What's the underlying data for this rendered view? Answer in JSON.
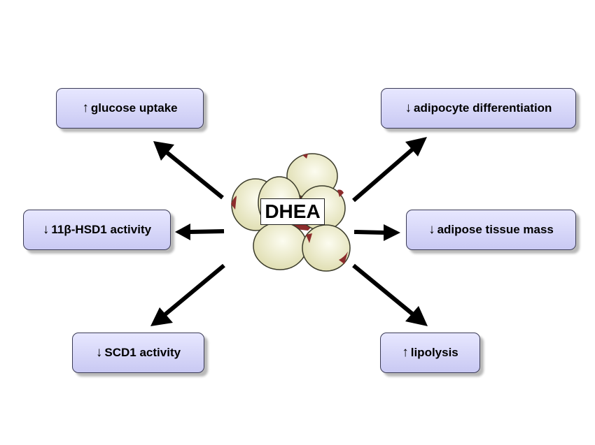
{
  "center": {
    "label": "DHEA"
  },
  "effects": [
    {
      "id": "glucose-uptake",
      "direction": "↑",
      "text": "glucose uptake"
    },
    {
      "id": "hsd1-activity",
      "direction": "↓",
      "text": "11β-HSD1 activity"
    },
    {
      "id": "scd1-activity",
      "direction": "↓",
      "text": "SCD1 activity"
    },
    {
      "id": "adipocyte-differentiation",
      "direction": "↓",
      "text": "adipocyte differentiation"
    },
    {
      "id": "adipose-tissue-mass",
      "direction": "↓",
      "text": "adipose tissue mass"
    },
    {
      "id": "lipolysis",
      "direction": "↑",
      "text": "lipolysis"
    }
  ],
  "colors": {
    "box_top": "#e7e7ff",
    "box_bottom": "#c9c9f3",
    "cell_fill": "#ecebc4",
    "cell_junction": "#8c2c2c",
    "arrow": "#000000"
  }
}
